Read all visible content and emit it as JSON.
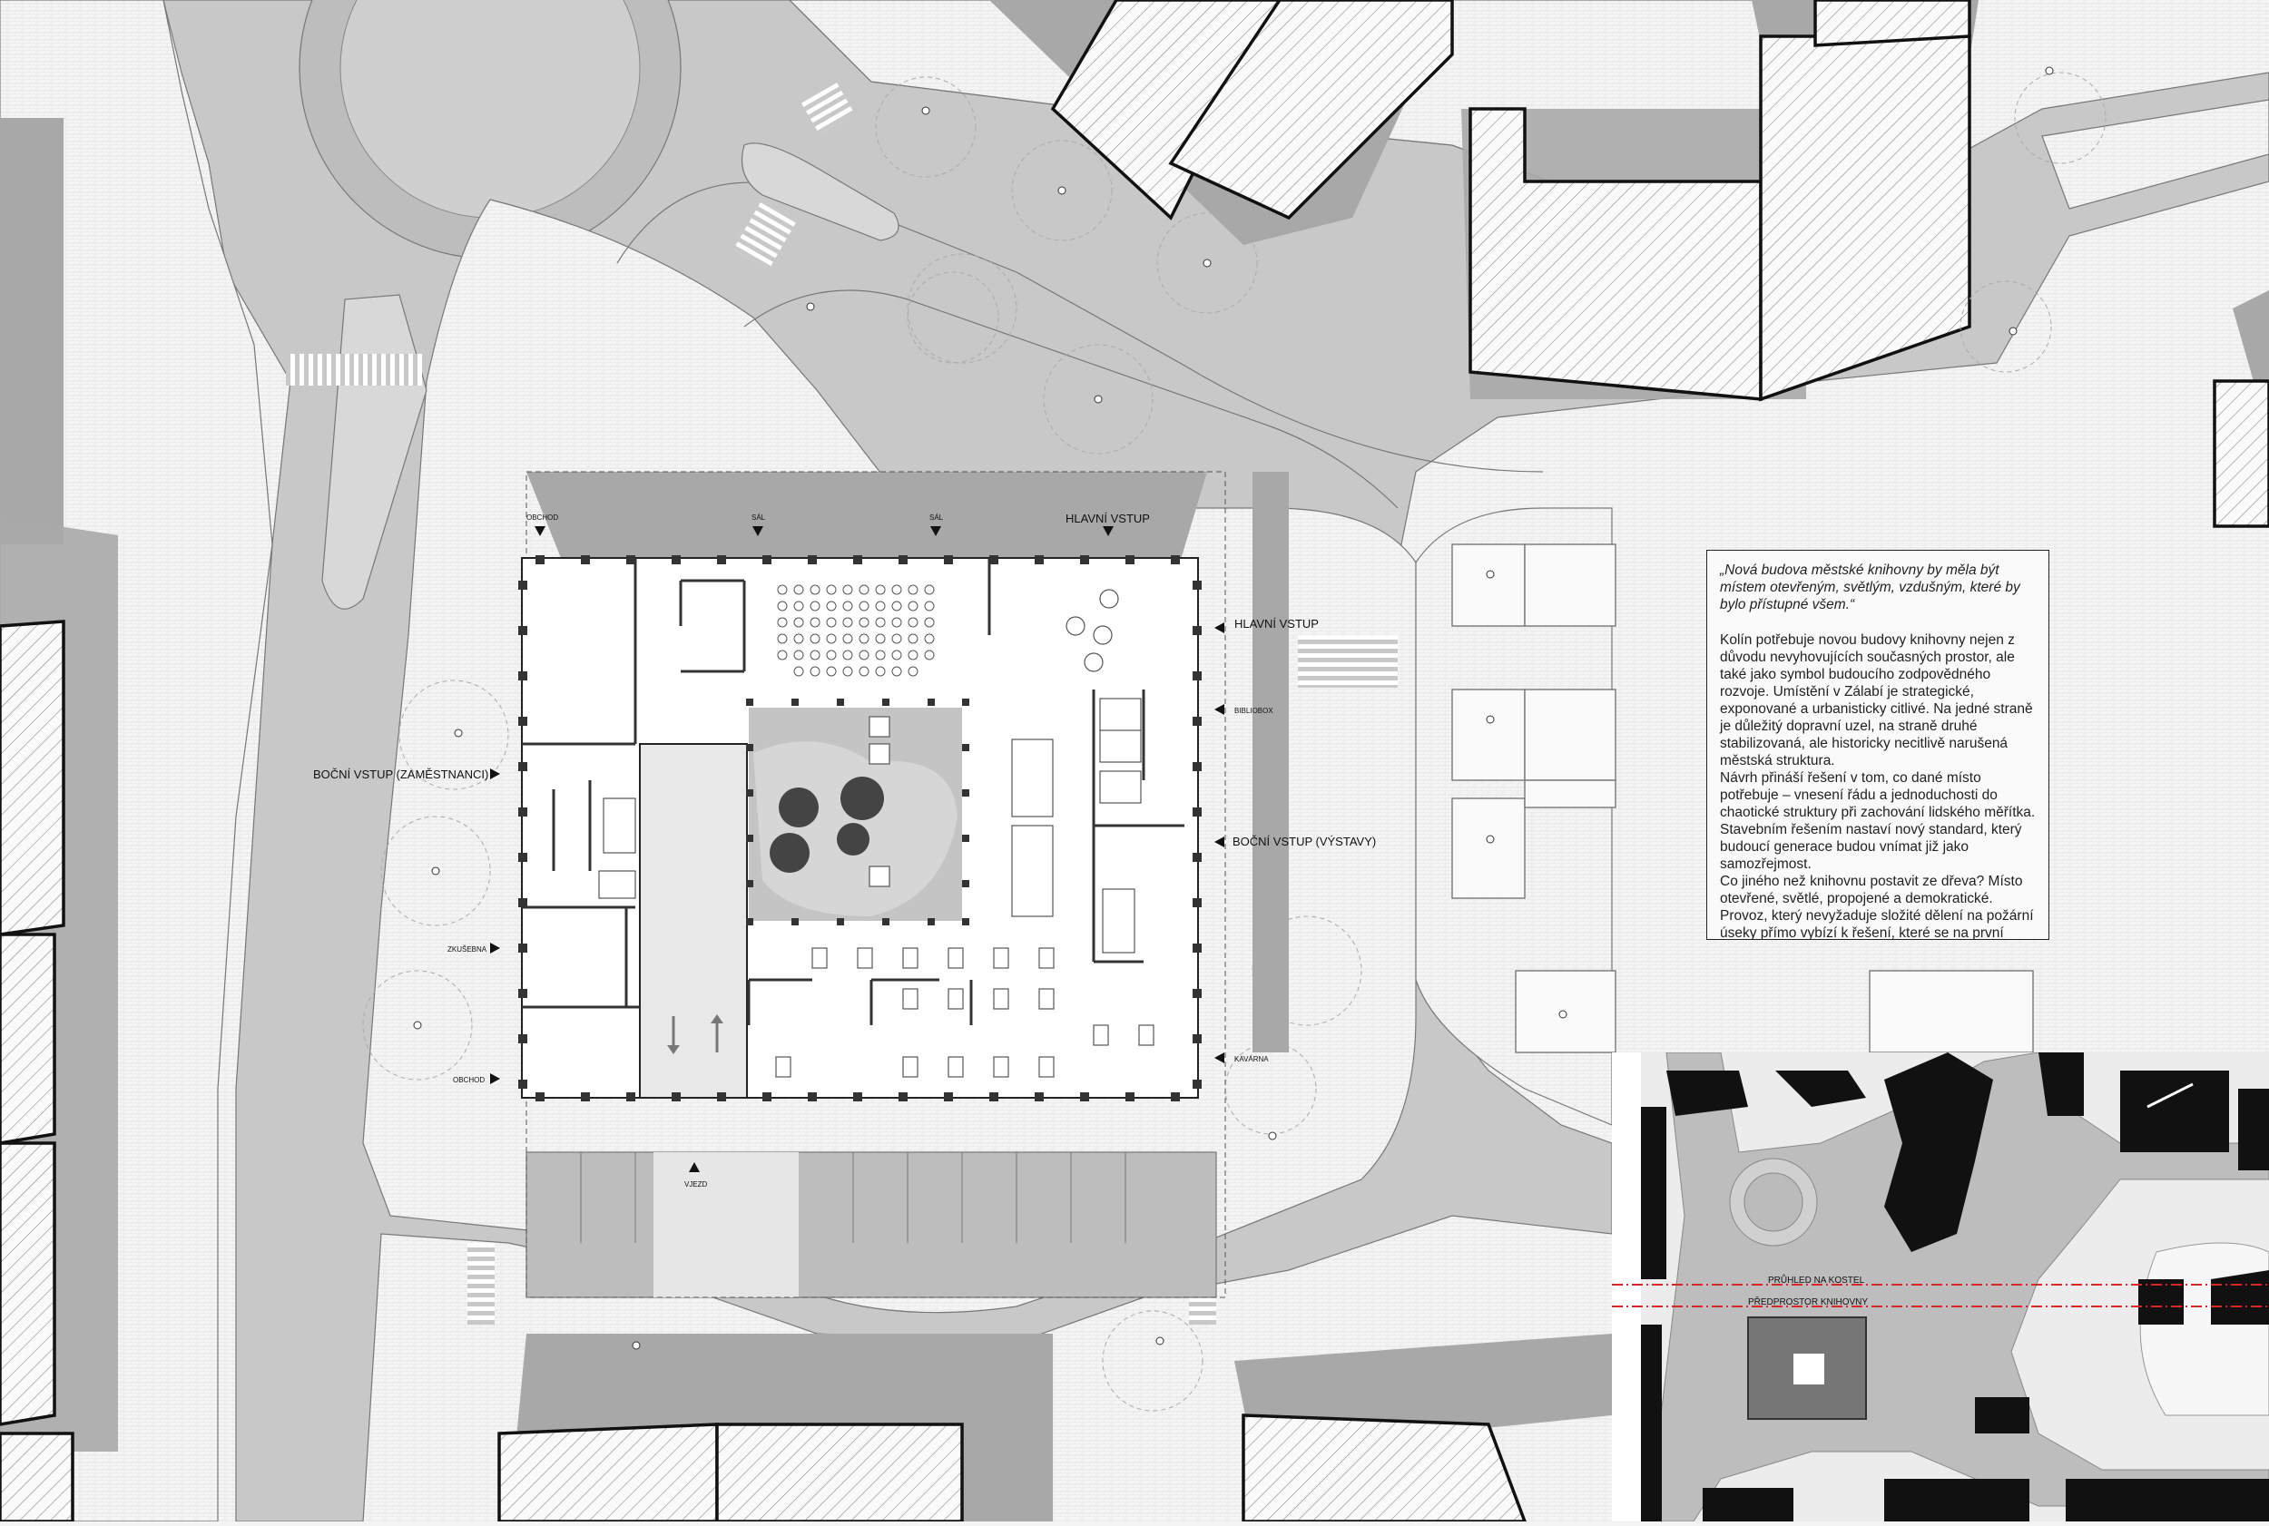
{
  "labels": {
    "obchod_top": "OBCHOD",
    "sal_1": "SÁL",
    "sal_2": "SÁL",
    "hlavni_vstup_top": "HLAVNÍ VSTUP",
    "hlavni_vstup_right": "HLAVNÍ VSTUP",
    "biblobox": "BIBLIOBOX",
    "bocni_vstup_vystavy": "BOČNÍ VSTUP (VÝSTAVY)",
    "kavarna": "KAVÁRNA",
    "bocni_vstup_zamestnanci": "BOČNÍ VSTUP (ZAMĚSTNANCI)",
    "zkusebna": "ZKUŠEBNA",
    "obchod_bottom": "OBCHOD",
    "vjezd": "VJEZD"
  },
  "text": {
    "quote": "„Nová budova městské knihovny by měla být místem otevřeným, světlým, vzdušným, které by bylo přístupné všem.“",
    "body": [
      "Kolín potřebuje novou budovy knihovny nejen z důvodu nevyhovujících současných prostor, ale také jako symbol budoucího zodpovědného rozvoje. Umístění v Zálabí je strategické, exponované a urbanisticky citlivé. Na jedné straně je důležitý dopravní uzel, na straně druhé stabilizovaná, ale historicky necitlivě narušená městská struktura.",
      "Návrh přináší řešení v tom, co dané místo potřebuje – vnesení řádu a jednoduchosti do chaotické struktury při zachování lidského měřítka. Stavebním řešením nastaví nový standard, který budoucí generace budou vnímat již jako samozřejmost.",
      "Co jiného než knihovnu postavit ze dřeva? Místo otevřené, světlé, propojené a demokratické. Provoz, který nevyžaduje složité dělení na požární úseky přímo vybízí k řešení, které se na první pohled může zdát radikální, při bližším zkoumání ale logické, ekonomické a společensky zodpovědné."
    ]
  },
  "inset": {
    "line1": "PRŮHLED NA KOSTEL",
    "line2": "PŘEDPROSTOR KNIHOVNY"
  },
  "colors": {
    "road": "#c8c8c8",
    "pavement": "#f4f4f4",
    "shadow": "#a8a8a8",
    "building": "#111111",
    "accent_red": "#d9262c"
  }
}
